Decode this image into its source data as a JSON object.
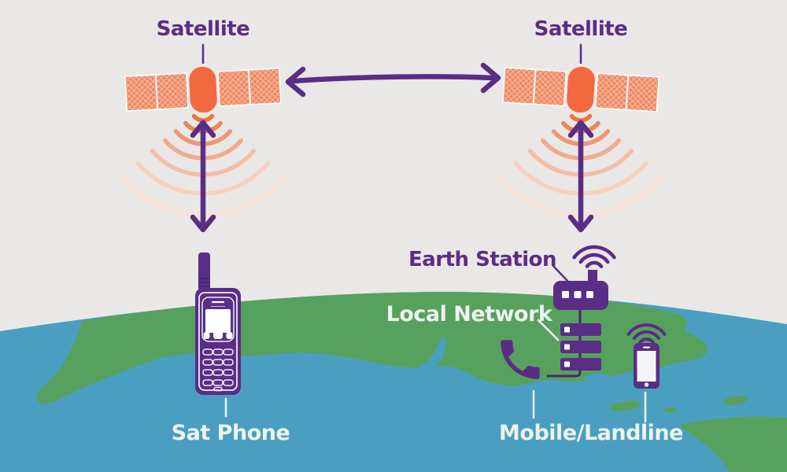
{
  "labels": {
    "satellite_left": "Satellite",
    "satellite_right": "Satellite",
    "earth_station": "Earth Station",
    "local_network": "Local Network",
    "sat_phone": "Sat Phone",
    "mobile_landline": "Mobile/Landline"
  },
  "colors": {
    "purple": "#5a2d86",
    "purple_dark_line": "#472a68",
    "satellite_body_orange": "#f2693f",
    "solar_panel_orange": "#f0875f",
    "sky_gray": "#e9e8e6",
    "land_green": "#57a15e",
    "ocean_blue": "#4a9fc1",
    "label_white": "#eef3f0",
    "signal_wave_fade": [
      "#ea7446",
      "#ec855b",
      "#ef9773",
      "#f1ab8c",
      "#f4bfa7",
      "#f6d2c1",
      "#f8e2d8"
    ]
  },
  "icons": [
    "satellite-icon-left",
    "satellite-icon-right",
    "signal-waves-left",
    "signal-waves-right",
    "intersatellite-arrow",
    "uplink-arrow-left",
    "uplink-arrow-right",
    "sat-phone-icon",
    "earth-station-icon",
    "earth-station-wifi-icon",
    "server-stack-icon",
    "handset-icon",
    "smartphone-icon",
    "smartphone-wifi-icon",
    "earth",
    "landmass",
    "ocean"
  ],
  "connections": [
    {
      "from": "satellite-left",
      "to": "satellite-right",
      "type": "bidirectional-arrow"
    },
    {
      "from": "satellite-left",
      "to": "sat-phone",
      "type": "bidirectional-arrow"
    },
    {
      "from": "satellite-right",
      "to": "earth-station",
      "type": "bidirectional-arrow"
    },
    {
      "from": "earth-station",
      "to": "local-network-servers",
      "type": "line"
    },
    {
      "from": "local-network-servers",
      "to": "handset",
      "type": "line"
    }
  ]
}
